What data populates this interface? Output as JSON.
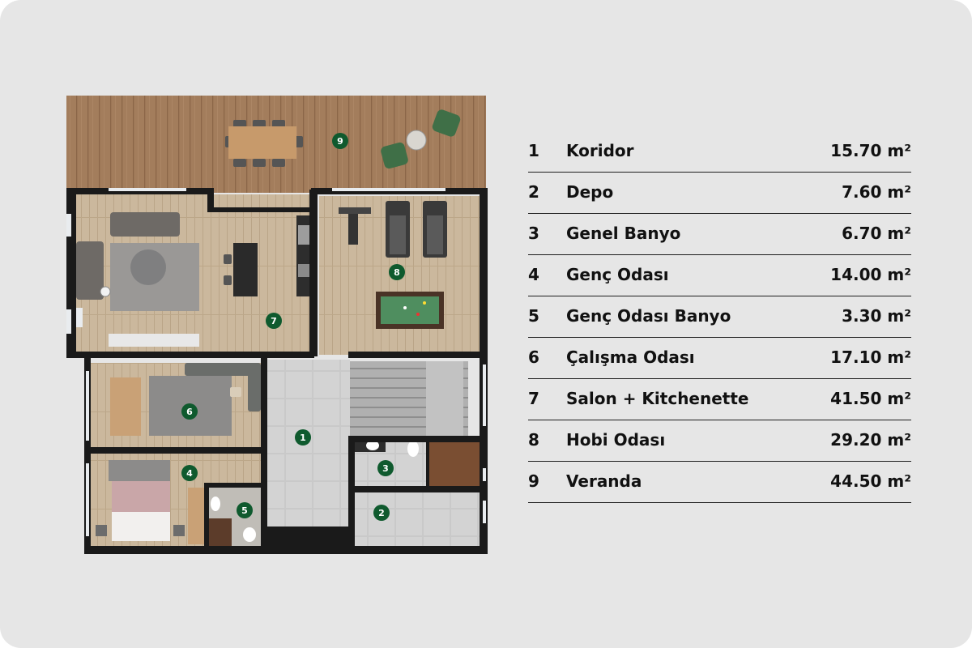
{
  "rooms": [
    {
      "num": "1",
      "name": "Koridor",
      "area": "15.70 m²"
    },
    {
      "num": "2",
      "name": "Depo",
      "area": "7.60 m²"
    },
    {
      "num": "3",
      "name": "Genel Banyo",
      "area": "6.70 m²"
    },
    {
      "num": "4",
      "name": "Genç Odası",
      "area": "14.00 m²"
    },
    {
      "num": "5",
      "name": "Genç Odası Banyo",
      "area": "3.30 m²"
    },
    {
      "num": "6",
      "name": "Çalışma Odası",
      "area": "17.10 m²"
    },
    {
      "num": "7",
      "name": "Salon + Kitchenette",
      "area": "41.50 m²"
    },
    {
      "num": "8",
      "name": "Hobi Odası",
      "area": "29.20 m²"
    },
    {
      "num": "9",
      "name": "Veranda",
      "area": "44.50 m²"
    }
  ],
  "colors": {
    "card_bg": "#e6e6e6",
    "marker_green": "#0f5a2e",
    "wood_floor": "#a37d5c",
    "light_floor": "#cbb89d",
    "tile_floor": "#c9c9c9",
    "wall": "#1a1a1a"
  }
}
